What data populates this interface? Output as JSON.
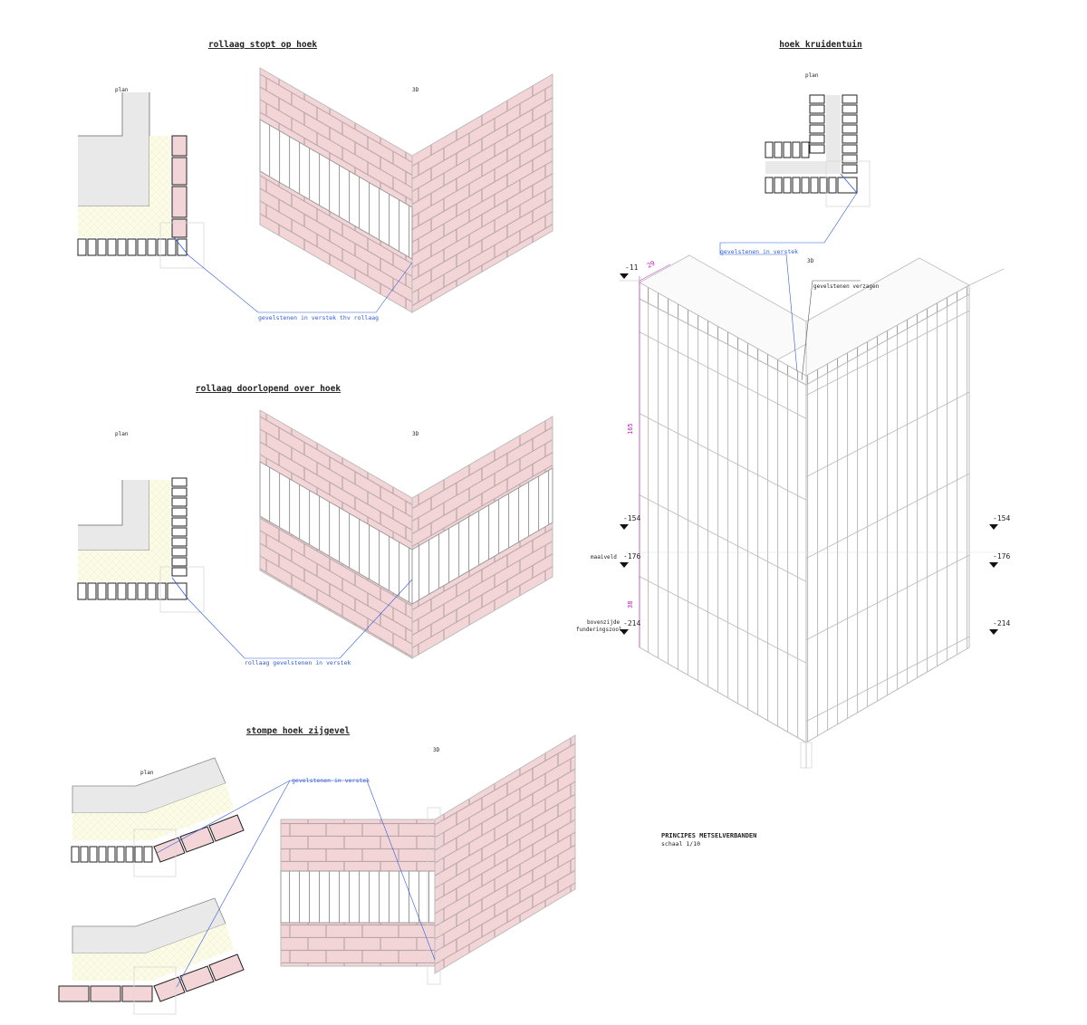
{
  "sections": {
    "s1": {
      "title": "rollaag stopt op hoek",
      "plan": "plan",
      "view3d": "3D",
      "note": "gevelstenen in verstek thv rollaag"
    },
    "s2": {
      "title": "rollaag doorlopend over hoek",
      "plan": "plan",
      "view3d": "3D",
      "note": "rollaag gevelstenen in verstek"
    },
    "s3": {
      "title": "stompe hoek zijgevel",
      "plan": "plan",
      "view3d": "3D",
      "note": "gevelstenen in verstek"
    },
    "s4": {
      "title": "hoek kruidentuin",
      "plan": "plan",
      "view3d": "3D",
      "note_mitre": "gevelstenen in verstek",
      "note_saw": "gevelstenen verzagen",
      "dims": {
        "top_width": "29",
        "height_upper": "165",
        "height_lower": "38"
      },
      "levels": {
        "top": "-11",
        "l154": "-154",
        "l176": "-176",
        "l214": "-214",
        "r154": "-154",
        "r176": "-176",
        "r214": "-214"
      },
      "maaiveld": "maaiveld",
      "fund1": "bovenzijde",
      "fund2": "funderingszool"
    }
  },
  "sheet": {
    "title": "PRINCIPES METSELVERBANDEN",
    "scale": "schaal 1/10"
  },
  "colors": {
    "brick_fill": "#f3d5d8",
    "brick_stroke": "#b8a6a8",
    "insulation": "#fbfbe6",
    "cavity_grey": "#e9e9e9",
    "annotation_blue": "#2f5bd6",
    "dimension_magenta": "#c010c0"
  }
}
